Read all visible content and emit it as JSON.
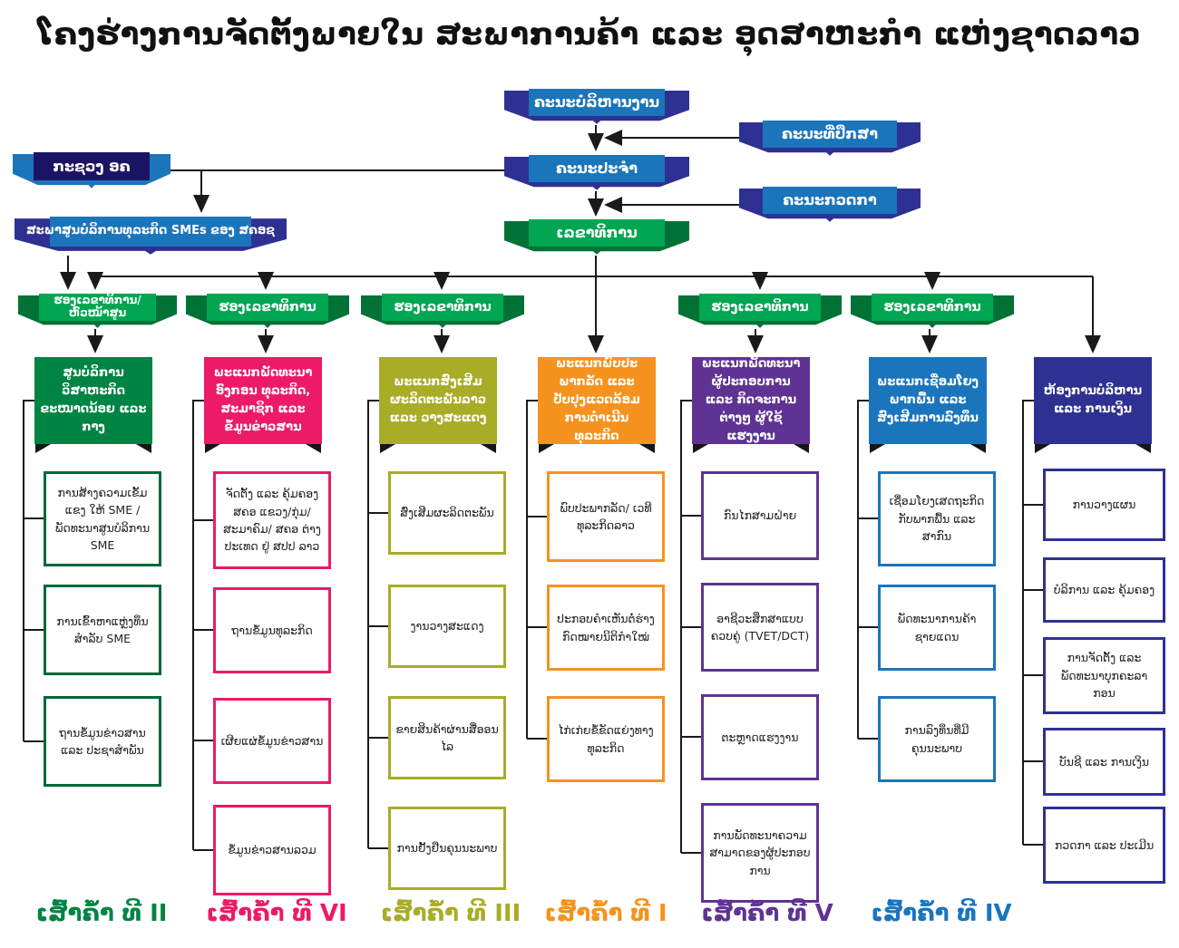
{
  "title": "ໂຄງຮ່າງການຈັດຕັ້ງພາຍໃນ ສະພາການຄ້າ ແລະ ອຸດສາຫະກຳ ແຫ່ງຊາດລາວ",
  "top": {
    "board": "ຄະນະບໍລິຫານງານ",
    "advisory": "ຄະນະທີ່ປຶກສາ",
    "standing": "ຄະນະປະຈຳ",
    "inspection": "ຄະນະກວດກາ",
    "secretariat": "ເລຂາທິການ",
    "ministry": "ກະຊວງ ອຄ",
    "sme_council": "ສະພາສູນບໍລິການທຸລະກິດ SMEs ຂອງ ສຄອຊ"
  },
  "deputies": [
    "ຮອງເລຂາທິການ/ ຫົວໜ້າສູນ",
    "ຮອງເລຂາທິການ",
    "ຮອງເລຂາທິການ",
    "ຮອງເລຂາທິການ",
    "ຮອງເລຂາທິການ"
  ],
  "columns": [
    {
      "header": "ສູນບໍລິການ ວິສາຫະກິດ ຂະໜາດນ້ອຍ ແລະ ກາງ",
      "color": "#008444",
      "items": [
        "ການສ້າງຄວາມເຂັ້ມແຂງ ໃຫ້ SME / ພັດທະນາສູນບໍລິການ SME",
        "ການເຂົ້າຫາແຫຼ່ງທຶນສຳລັບ SME",
        "ຖານຂໍ້ມູນຂ່າວສານ ແລະ ປະຊາສຳພັນ"
      ],
      "pillar": "ເສົ້າຄ້ຳ ທີ II"
    },
    {
      "header": "ພະແນກພັດທະນາອົງກອນ ທຸລະກິດ, ສະມາຊິກ ແລະ ຂໍ້ມູນຂ່າວສານ",
      "color": "#EC1A67",
      "items": [
        "ຈັດຕັ້ງ ແລະ ຄຸ້ມຄອງ ສຄອ ແຂວງ/ກຸ່ມ/ສະມາຄົມ/ ສຄອ ຕ່າງປະເທດ ຢູ່ ສປປ ລາວ",
        "ຖານຂໍ້ມູນທຸລະກິດ",
        "ເຜີຍແຜ່ຂໍ້ມູນຂ່າວສານ",
        "ຂໍ້ມູນຂ່າວສານລວມ"
      ],
      "pillar": "ເສົ້າຄ້ຳ ທີ VI"
    },
    {
      "header": "ພະແນກສົ່ງເສີມ ຜະລິດຕະພັນລາວ ແລະ ວາງສະແດງ",
      "color": "#A9AC27",
      "items": [
        "ສົ່ງເສີມຜະລິດຕະພັນ",
        "ງານວາງສະແດງ",
        "ຂາຍສິນຄ້າຜ່ານສື່ອອນໄລ",
        "ການຢັ້ງຢືນຄຸນນະພາບ"
      ],
      "pillar": "ເສົ້າຄ້ຳ ທີ III"
    },
    {
      "header": "ພະແນກພົບປະພາກລັດ ແລະ ປັບປຸງແວດລ້ອມ ການດຳເນີນທຸລະກິດ",
      "color": "#F6921E",
      "items": [
        "ພົບປະພາກລັດ/ ເວທີທຸລະກິດລາວ",
        "ປະກອບຄຳເຫັນຕໍ່ຮ່າງກົດໝາຍນິຕິກຳໃໝ່",
        "ໄກ່ເກ່ຍຂໍ້ຂັດແຍ່ງທາງທຸລະກິດ"
      ],
      "pillar": "ເສົ້າຄ້ຳ ທີ I"
    },
    {
      "header": "ພະແນກພັດທະນາຜູ້ປະກອບການ ແລະ ກິດຈະການຕ່າງໆ ຜູ້ໃຊ້ແຮງງານ",
      "color": "#5F3393",
      "items": [
        "ກົນໄກສາມຝ່າຍ",
        "ອາຊີວະສຶກສາແບບຄວບຄູ່ (TVET/DCT)",
        "ຕະຫຼາດແຮງງານ",
        "ການພັດທະນາຄວາມສາມາດຂອງຜູ້ປະກອບການ"
      ],
      "pillar": "ເສົ້າຄ້ຳ ທີ V"
    },
    {
      "header": "ພະແນກເຊື່ອມໂຍງພາກພື້ນ ແລະ ສົ່ງເສີມການລົງທຶນ",
      "color": "#1B75BC",
      "items": [
        "ເຊື່ອມໂຍງເສດຖະກິດ ກັບພາກພື້ນ ແລະ ສາກົນ",
        "ພັດທະນາການຄ້າຊາຍແດນ",
        "ການລົງທຶນທີ່ມີຄຸນນະພາບ"
      ],
      "pillar": "ເສົ້າຄ້ຳ ທີ IV"
    },
    {
      "header": "ຫ້ອງການບໍລິຫານ ແລະ ການເງິນ",
      "color": "#2E3192",
      "items": [
        "ການວາງແຜນ",
        "ບໍລິການ ແລະ ຄຸ້ມຄອງ",
        "ການຈັດຕັ້ງ ແລະ ພັດທະນາບຸກຄະລາກອນ",
        "ບັນຊີ ແລະ ການເງິນ",
        "ກວດກາ ແລະ ປະເມີນ"
      ]
    }
  ],
  "colors": {
    "banner_dark_blue": "#2E3192",
    "banner_mid_blue": "#1B75BB",
    "ministry_navy": "#1B1464",
    "green_dark": "#007236",
    "green_bright": "#00A651",
    "line_black": "#1A1A1A"
  }
}
